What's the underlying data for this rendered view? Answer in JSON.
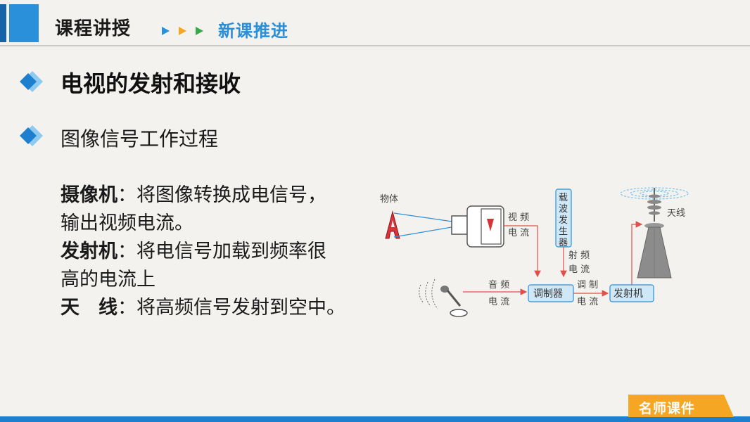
{
  "header": {
    "title": "课程讲授",
    "subtitle": "新课推进"
  },
  "section": {
    "heading": "电视的发射和接收",
    "subheading": "图像信号工作过程"
  },
  "items": [
    {
      "term": "摄像机",
      "sep": "：",
      "line1": "将图像转换成电信号，",
      "line2": "输出视频电流。"
    },
    {
      "term": "发射机",
      "sep": "：",
      "line1": "将电信号加载到频率很",
      "line2": "高的电流上"
    },
    {
      "term": "天　线",
      "sep": "：",
      "line1": "将高频信号发射到空中。"
    }
  ],
  "diagram": {
    "object_label": "物体",
    "video_current_1": "视 频",
    "video_current_2": "电 流",
    "carrier_generator": [
      "载",
      "波",
      "发",
      "生",
      "器"
    ],
    "rf_current_1": "射 频",
    "rf_current_2": "电 流",
    "audio_current_1": "音 频",
    "audio_current_2": "电 流",
    "modulator": "调制器",
    "mod_current_1": "调 制",
    "mod_current_2": "电 流",
    "transmitter": "发射机",
    "antenna_label": "天线"
  },
  "footer": {
    "badge": "名师课件"
  },
  "colors": {
    "accent_blue": "#2b90da",
    "dark_blue": "#1763a8",
    "badge_orange": "#f5a623",
    "arrow_red": "#e0504b"
  }
}
